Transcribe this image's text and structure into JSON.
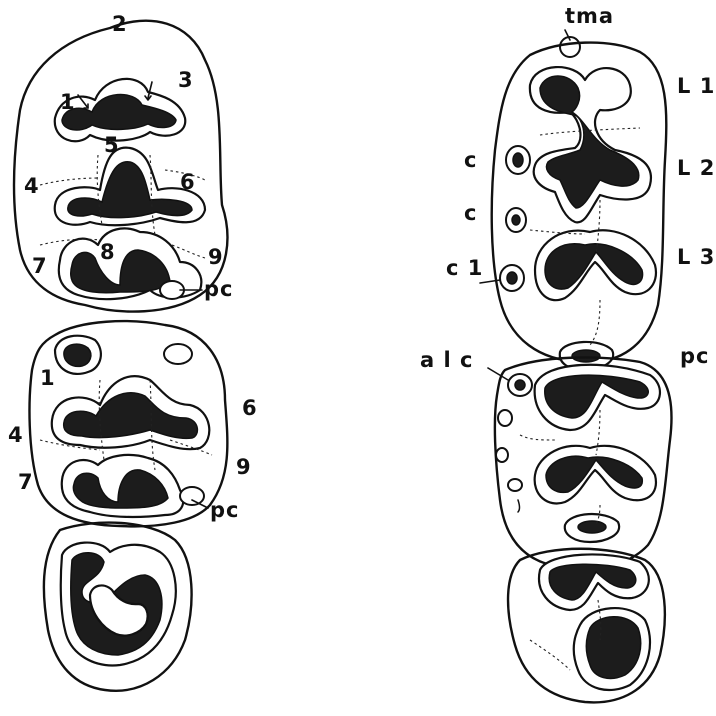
{
  "left_labels": {
    "l2": "2",
    "l1": "1",
    "l3": "3",
    "l5": "5",
    "l4": "4",
    "l6": "6",
    "l8": "8",
    "l7": "7",
    "l9": "9",
    "pc_upper": "pc",
    "l1b": "1",
    "l6b": "6",
    "l4b": "4",
    "l9b": "9",
    "l7b": "7",
    "pc_lower": "pc"
  },
  "right_labels": {
    "tma": "tma",
    "L1": "L 1",
    "c_upper": "c",
    "L2": "L 2",
    "c_mid": "c",
    "c1": "c 1",
    "L3": "L 3",
    "pc": "pc",
    "alc": "a l c"
  },
  "colors": {
    "ink": "#111111",
    "background": "#ffffff"
  }
}
